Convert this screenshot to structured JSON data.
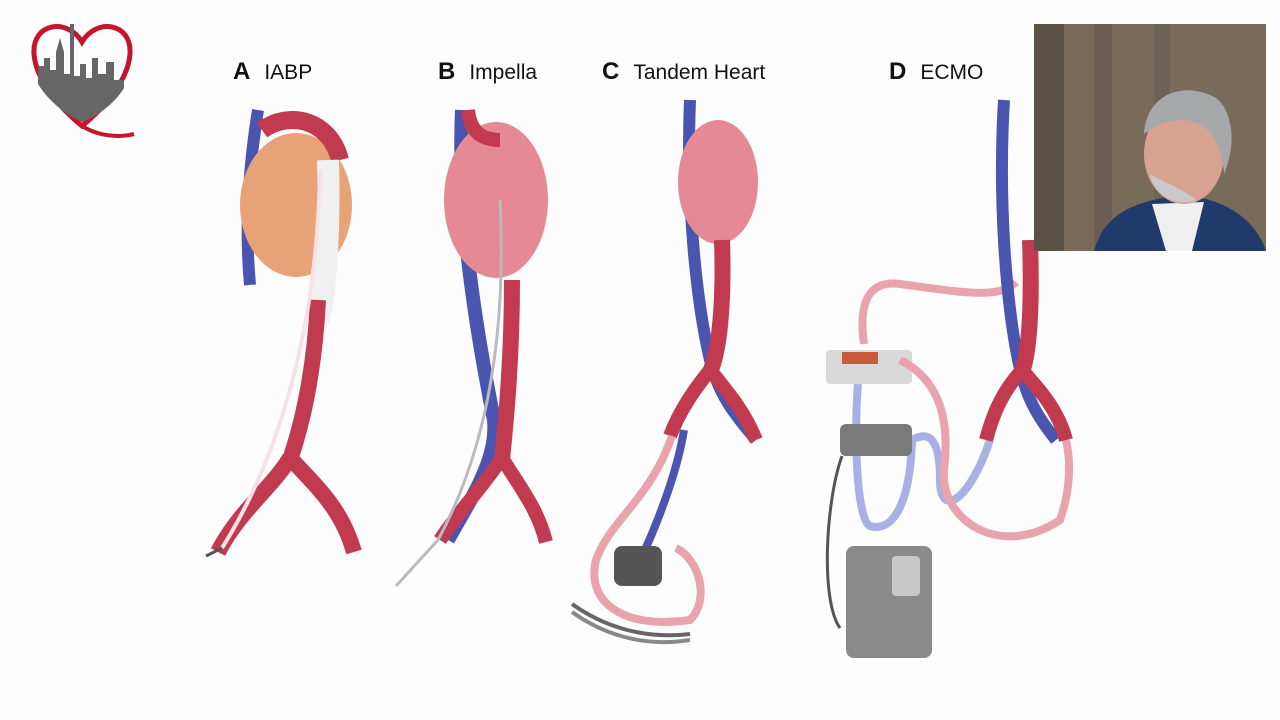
{
  "panels": [
    {
      "letter": "A",
      "name": "IABP"
    },
    {
      "letter": "B",
      "name": "Impella"
    },
    {
      "letter": "C",
      "name": "Tandem Heart"
    },
    {
      "letter": "D",
      "name": "ECMO"
    }
  ],
  "colors": {
    "artery": "#c23a4f",
    "artery_light": "#e9a3ad",
    "vein": "#4a55b0",
    "vein_light": "#aab0e4",
    "heart": "#e58a94",
    "logo_red": "#c4152c"
  },
  "icons": {
    "logo": "city-heart-logo",
    "video": "speaker-video-overlay"
  }
}
